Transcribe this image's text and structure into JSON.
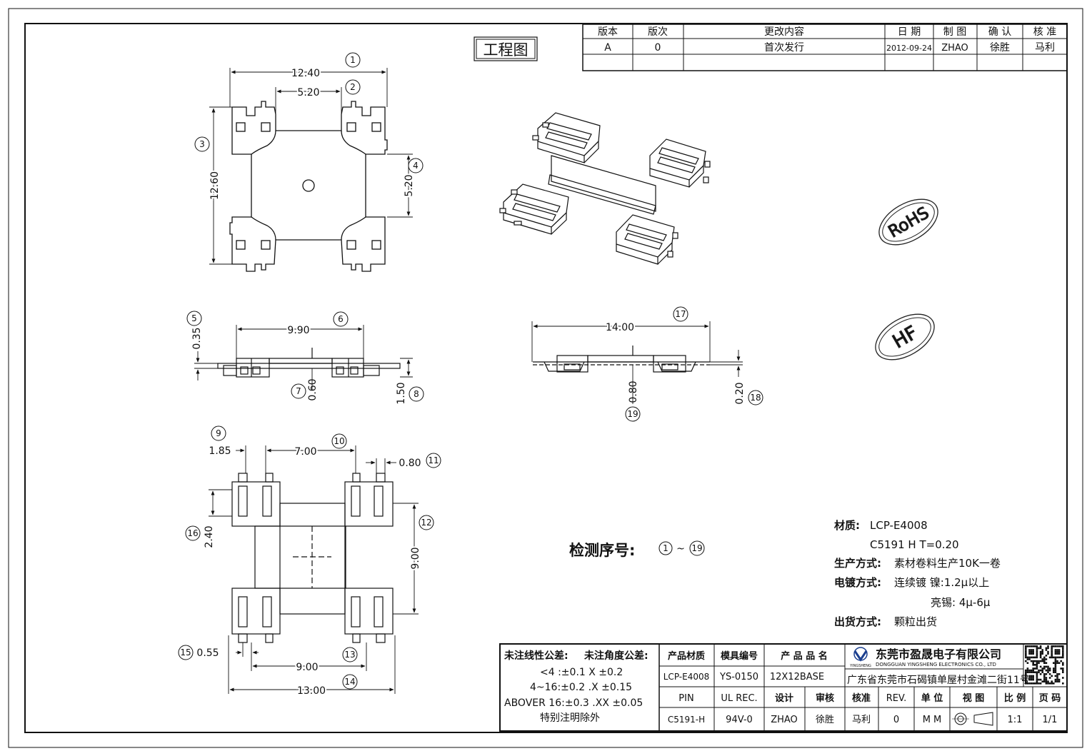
{
  "drawing_label": "工程图",
  "revision_table": {
    "headers": [
      "版本",
      "版次",
      "更改内容",
      "日 期",
      "制 图",
      "确 认",
      "核 准"
    ],
    "row": [
      "A",
      "0",
      "首次发行",
      "2012-09-24",
      "ZHAO",
      "徐胜",
      "马利"
    ]
  },
  "dimensions": {
    "d1": "12.40",
    "d2": "5.20",
    "d3": "12.60",
    "d4": "5.20",
    "d5": "0.35",
    "d6": "9.90",
    "d7": "0.60",
    "d8": "1.50",
    "d9": "1.85",
    "d10": "7.00",
    "d11": "0.80",
    "d12": "9.00",
    "d13": "9.00",
    "d14": "13.00",
    "d15": "0.55",
    "d16": "2.40",
    "d17": "14.00",
    "d18": "0.20",
    "d19": "0.80"
  },
  "balloons": {
    "b1": "1",
    "b2": "2",
    "b3": "3",
    "b4": "4",
    "b5": "5",
    "b6": "6",
    "b7": "7",
    "b8": "8",
    "b9": "9",
    "b10": "10",
    "b11": "11",
    "b12": "12",
    "b13": "13",
    "b14": "14",
    "b15": "15",
    "b16": "16",
    "b17": "17",
    "b18": "18",
    "b19": "19"
  },
  "inspection": {
    "label": "检测序号:",
    "from": "1",
    "sep": "~",
    "to": "19"
  },
  "stamps": {
    "rohs": "RoHS",
    "hf": "HF"
  },
  "specs": {
    "material_label": "材质:",
    "material_value": "LCP-E4008",
    "material_value2": "C5191 H  T=0.20",
    "production_label": "生产方式:",
    "production_value": "素材卷料生产10K一卷",
    "plating_label": "电镀方式:",
    "plating_value": "连续镀 镍:1.2μ以上",
    "plating_value2": "亮锡: 4μ-6μ",
    "shipping_label": "出货方式:",
    "shipping_value": "颗粒出货"
  },
  "tolerances": {
    "linear_header": "未注线性公差:",
    "angle_header": "未注角度公差:",
    "line1": "<4 :±0.1  X ±0.2",
    "line2": "4~16:±0.2  .X ±0.15",
    "line3": "ABOVER 16:±0.3  .XX ±0.05",
    "line4": "特别注明除外"
  },
  "title_block": {
    "h_material": "产品材质",
    "h_mold": "模具编号",
    "h_name": "产 品 品 名",
    "material": "LCP-E4008",
    "mold": "YS-0150",
    "name": "12X12BASE",
    "h_pin": "PIN",
    "h_ul": "UL REC.",
    "h_design": "设计",
    "h_review": "审核",
    "h_approve": "核准",
    "h_rev": "REV.",
    "h_unit": "单 位",
    "h_view": "视 图",
    "h_scale": "比 例",
    "h_page": "页 码",
    "pin": "C5191-H",
    "ul": "94V-0",
    "design": "ZHAO",
    "review": "徐胜",
    "approve": "马利",
    "rev": "0",
    "unit": "M M",
    "scale": "1:1",
    "page": "1/1"
  },
  "company": {
    "name_cn": "东莞市盈晟电子有限公司",
    "name_en": "DONGGUAN YINGSHENG ELECTRONICS CO., LTD",
    "address": "广东省东莞市石碣镇单屋村金滩二街11号",
    "logo_text": "YINGSHENG"
  }
}
